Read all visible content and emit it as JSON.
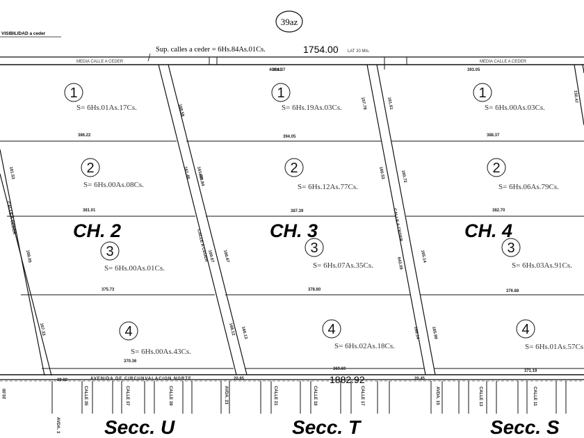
{
  "header": {
    "plan_id": "39az",
    "visibility_note": "VISIBILIDAD a ceder",
    "streets_area": "Sup. calles a ceder = 6Hs.84As.01Cs.",
    "top_length": "1754.00",
    "top_lat": "LAT 20 Mts.",
    "half_street_label": "MEDIA CALLE A CEDER"
  },
  "bottom": {
    "avenue_label": "AVENIDA DE CIRCUNVALACION NORTE",
    "total_length": "1882.92",
    "dim_left": "20.02",
    "dim_mid": "20.85",
    "dim_right": "20.45"
  },
  "chacras": [
    {
      "label": "CH. 2",
      "top_measure": "391.37",
      "lots": [
        {
          "number": "1",
          "area": "S= 6Hs.01As.17Cs.",
          "bottom_measure": "386.22"
        },
        {
          "number": "2",
          "area": "S= 6Hs.00As.08Cs.",
          "top_measure": "386.22",
          "bottom_measure": "381.01"
        },
        {
          "number": "3",
          "area": "S= 6Hs.00As.01Cs.",
          "bottom_measure": "375.73"
        },
        {
          "number": "4",
          "area": "S= 6Hs.00As.43Cs.",
          "bottom_measure": "370.36"
        }
      ]
    },
    {
      "label": "CH. 3",
      "top_measure": "404.61",
      "lots": [
        {
          "number": "1",
          "area": "S= 6Hs.19As.03Cs.",
          "bottom_measure": "394.05"
        },
        {
          "number": "2",
          "area": "S= 6Hs.12As.77Cs.",
          "bottom_measure": "387.39"
        },
        {
          "number": "3",
          "area": "S= 6Hs.07As.35Cs.",
          "bottom_measure": "378.80"
        },
        {
          "number": "4",
          "area": "S= 6Hs.02As.18Cs.",
          "bottom_measure": "369.69"
        }
      ]
    },
    {
      "label": "CH. 4",
      "top_measure": "393.05",
      "lots": [
        {
          "number": "1",
          "area": "S= 6Hs.00As.03Cs.",
          "bottom_measure": "388.37"
        },
        {
          "number": "2",
          "area": "S= 6Hs.06As.79Cs.",
          "bottom_measure": "382.70"
        },
        {
          "number": "3",
          "area": "S= 6Hs.03As.91Cs.",
          "bottom_measure": "376.88"
        },
        {
          "number": "4",
          "area": "S= 6Hs.01As.57Cs.",
          "bottom_measure": "371.19"
        }
      ]
    }
  ],
  "diag_streets": {
    "label": "CALLE A CEDER",
    "left_values": [
      "161.53",
      "168.05",
      "167.33"
    ],
    "mid1_values": [
      "161.48",
      "668.84",
      "166.67",
      "166.13"
    ],
    "mid1_side": [
      "168.58",
      "161.48",
      "169.67",
      "168.12"
    ],
    "mid2_values": [
      "157.78",
      "160.53",
      "643.09",
      "166.14"
    ],
    "mid2_side": [
      "161.61",
      "160.72",
      "165.14",
      "165.99"
    ],
    "right_values": [
      "150.47"
    ]
  },
  "sections": [
    "Secc. U",
    "Secc. T",
    "Secc. S"
  ],
  "bottom_streets": [
    "CALLE 35",
    "CALLE 37",
    "CALLE 39",
    "AVDA. 23",
    "CALLE 21",
    "CALLE 19",
    "CALLE 17",
    "AVDA. 15",
    "CALLE 13",
    "CALLE 11",
    "AVDA. 3"
  ],
  "left_margin_values": [
    "20.00"
  ],
  "colors": {
    "ink": "#111111",
    "paper": "#ffffff"
  }
}
